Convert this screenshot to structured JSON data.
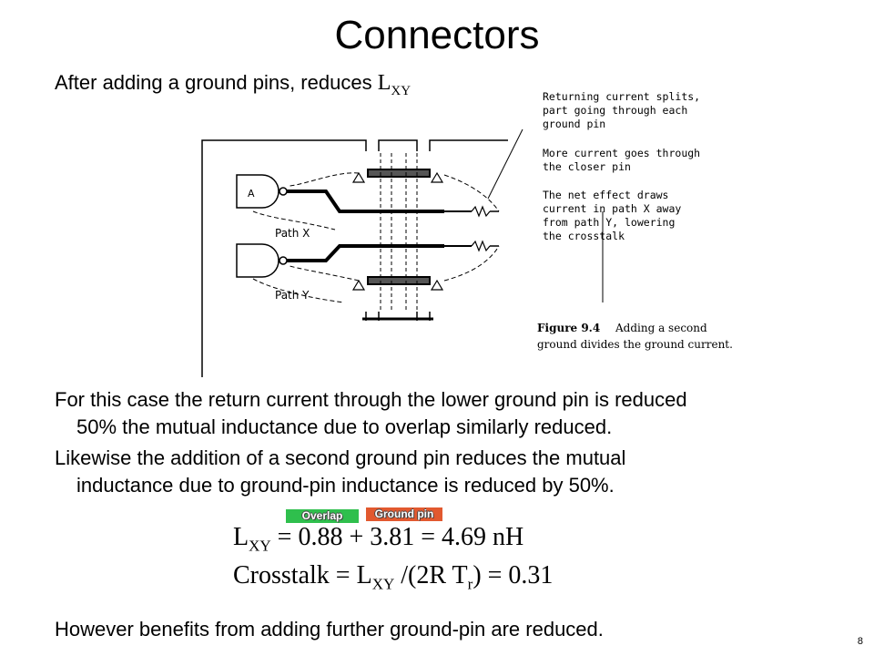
{
  "title": "Connectors",
  "intro": {
    "text": "After adding a ground pins, reduces ",
    "L": "L",
    "sub": "XY"
  },
  "figure": {
    "gate_label": "A",
    "path_x": "Path X",
    "path_y": "Path Y",
    "notes": [
      [
        "Returning current splits,",
        "part going through each",
        "ground pin"
      ],
      [
        "More current goes through",
        "the closer pin"
      ],
      [
        "The net effect draws",
        "current in path X away",
        "from path Y, lowering",
        "the crosstalk"
      ]
    ],
    "caption_label": "Figure 9.4",
    "caption_line1": "Adding a second",
    "caption_line2": "ground divides the ground current."
  },
  "paragraphs": [
    [
      "For this case the return current through the lower ground pin is reduced",
      "50% the mutual inductance due to overlap similarly reduced."
    ],
    [
      "Likewise the addition of a second ground pin reduces the mutual",
      "inductance due to ground-pin inductance is reduced by 50%."
    ]
  ],
  "tags": {
    "overlap": "Overlap",
    "ground_pin": "Ground pin"
  },
  "equations": {
    "eq1": {
      "L": "L",
      "sub": "XY",
      "rhs": " = 0.88 + 3.81 = 4.69 nH"
    },
    "eq2": {
      "lhs": "Crosstalk = L",
      "sub": "XY",
      "mid": " /(2R T",
      "sub2": "r",
      "rhs": ") = 0.31"
    }
  },
  "closing": "However benefits from adding further ground-pin are reduced.",
  "page_number": "8"
}
